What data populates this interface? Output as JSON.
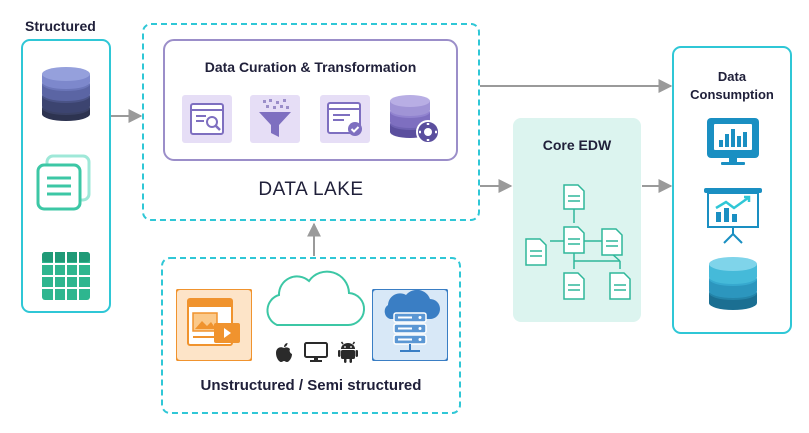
{
  "structured": {
    "title": "Structured",
    "icons": [
      "database-icon",
      "documents-icon",
      "table-grid-icon"
    ]
  },
  "data_lake": {
    "title": "DATA LAKE",
    "curation": {
      "title": "Data Curation & Transformation",
      "icons": [
        "search-window-icon",
        "filter-funnel-icon",
        "approved-window-icon",
        "database-gear-icon"
      ]
    }
  },
  "unstructured": {
    "title": "Unstructured / Semi structured",
    "icons": [
      "media-file-icon",
      "cloud-icon",
      "apple-icon",
      "monitor-icon",
      "android-icon",
      "cloud-server-icon"
    ]
  },
  "core_edw": {
    "title": "Core EDW",
    "icons": [
      "document-tree-icon"
    ]
  },
  "consumption": {
    "title_line1": "Data",
    "title_line2": "Consumption",
    "icons": [
      "dashboard-monitor-icon",
      "presentation-chart-icon",
      "database-icon"
    ]
  },
  "colors": {
    "teal": "#2fc7d6",
    "purple": "#9b8ec9",
    "orange": "#f0932e",
    "blue": "#3a7ec4",
    "green": "#3cc7a5",
    "edw_bg": "#dcf4ef",
    "arrow": "#9a9a9a"
  }
}
